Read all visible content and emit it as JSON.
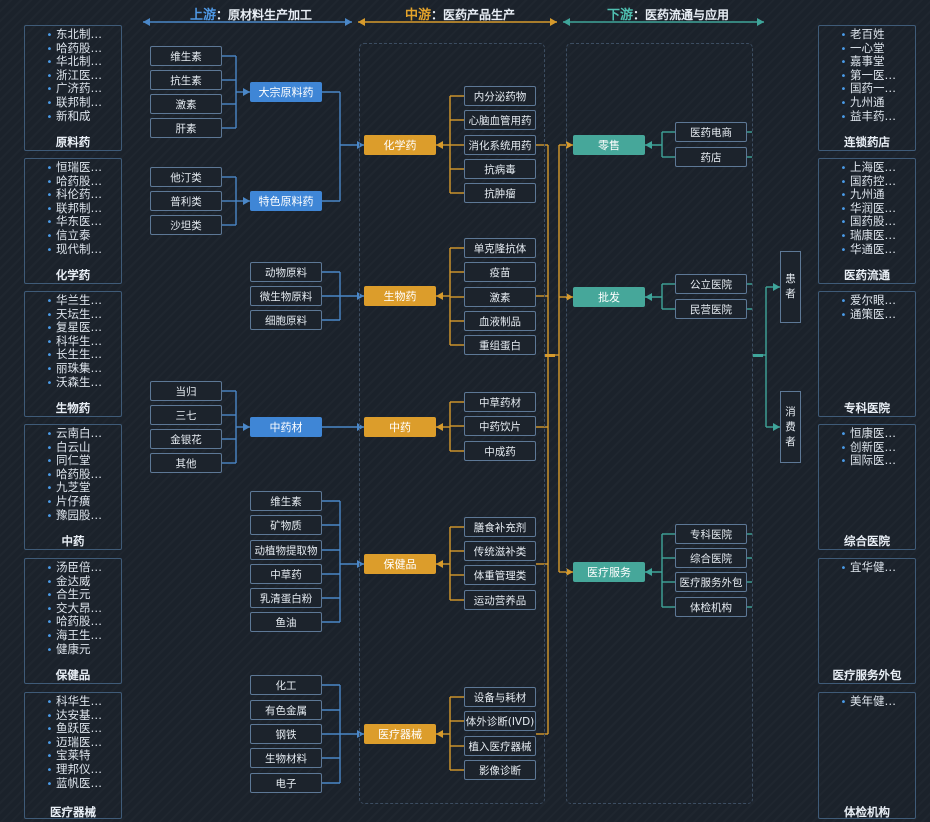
{
  "headers": {
    "upstream": {
      "key": "上游",
      "rest": "：原材料生产加工"
    },
    "midstream": {
      "key": "中游",
      "rest": "：医药产品生产"
    },
    "downstream": {
      "key": "下游",
      "rest": "：医药流通与应用"
    }
  },
  "left_panels": [
    {
      "title": "原料药",
      "items": [
        "东北制…",
        "哈药股…",
        "华北制…",
        "浙江医…",
        "广济药…",
        "联邦制…",
        "新和成"
      ]
    },
    {
      "title": "化学药",
      "items": [
        "恒瑞医…",
        "哈药股…",
        "科伦药…",
        "联邦制…",
        "华东医…",
        "信立泰",
        "现代制…"
      ]
    },
    {
      "title": "生物药",
      "items": [
        "华兰生…",
        "天坛生…",
        "复星医…",
        "科华生…",
        "长生生…",
        "丽珠集…",
        "沃森生…"
      ]
    },
    {
      "title": "中药",
      "items": [
        "云南白…",
        "白云山",
        "同仁堂",
        "哈药股…",
        "九芝堂",
        "片仔癀",
        "豫园股…"
      ]
    },
    {
      "title": "保健品",
      "items": [
        "汤臣倍…",
        "金达威",
        "合生元",
        "交大昂…",
        "哈药股…",
        "海王生…",
        "健康元"
      ]
    },
    {
      "title": "医疗器械",
      "items": [
        "科华生…",
        "达安基…",
        "鱼跃医…",
        "迈瑞医…",
        "宝莱特",
        "理邦仪…",
        "蓝帆医…"
      ]
    }
  ],
  "right_panels": [
    {
      "title": "连锁药店",
      "items": [
        "老百姓",
        "一心堂",
        "嘉事堂",
        "第一医…",
        "国药一…",
        "九州通",
        "益丰药…"
      ]
    },
    {
      "title": "医药流通",
      "items": [
        "上海医…",
        "国药控…",
        "九州通",
        "华润医…",
        "国药股…",
        "瑞康医…",
        "华通医…"
      ]
    },
    {
      "title": "专科医院",
      "items": [
        "爱尔眼…",
        "通策医…"
      ]
    },
    {
      "title": "综合医院",
      "items": [
        "恒康医…",
        "创新医…",
        "国际医…"
      ]
    },
    {
      "title": "医疗服务外包",
      "items": [
        "宜华健…"
      ]
    },
    {
      "title": "体检机构",
      "items": [
        "美年健…"
      ]
    }
  ],
  "raw_groups": [
    {
      "inputs": [
        "维生素",
        "抗生素",
        "激素",
        "肝素"
      ],
      "hub": "大宗原料药"
    },
    {
      "inputs": [
        "他汀类",
        "普利类",
        "沙坦类"
      ],
      "hub": "特色原料药"
    },
    {
      "inputs": [
        "动物原料",
        "微生物原料",
        "细胞原料"
      ]
    },
    {
      "inputs": [
        "当归",
        "三七",
        "金银花",
        "其他"
      ],
      "hub": "中药材"
    },
    {
      "inputs": [
        "维生素",
        "矿物质",
        "动植物提取物",
        "中草药",
        "乳清蛋白粉",
        "鱼油"
      ]
    },
    {
      "inputs": [
        "化工",
        "有色金属",
        "钢铁",
        "生物材料",
        "电子"
      ]
    }
  ],
  "products": [
    {
      "label": "化学药",
      "subs": [
        "内分泌药物",
        "心脑血管用药",
        "消化系统用药",
        "抗病毒",
        "抗肿瘤"
      ]
    },
    {
      "label": "生物药",
      "subs": [
        "单克隆抗体",
        "疫苗",
        "激素",
        "血液制品",
        "重组蛋白"
      ]
    },
    {
      "label": "中药",
      "subs": [
        "中草药材",
        "中药饮片",
        "中成药"
      ]
    },
    {
      "label": "保健品",
      "subs": [
        "膳食补充剂",
        "传统滋补类",
        "体重管理类",
        "运动营养品"
      ]
    },
    {
      "label": "医疗器械",
      "subs": [
        "设备与耗材",
        "体外诊断(IVD)",
        "植入医疗器械",
        "影像诊断"
      ]
    }
  ],
  "channels": [
    {
      "label": "零售",
      "subs": [
        "医药电商",
        "药店"
      ]
    },
    {
      "label": "批发",
      "subs": [
        "公立医院",
        "民营医院"
      ]
    },
    {
      "label": "医疗服务",
      "subs": [
        "专科医院",
        "综合医院",
        "医疗服务外包",
        "体检机构"
      ]
    }
  ],
  "end_users": [
    {
      "chars": [
        "患",
        "者"
      ]
    },
    {
      "chars": [
        "消",
        "费",
        "者"
      ]
    }
  ],
  "colors": {
    "blue": "#3f86d6",
    "gold": "#dc9d2b",
    "teal": "#46a79a",
    "line_blue": "#4a87c8",
    "line_gold": "#d69a2c",
    "line_teal": "#3fa59a"
  }
}
